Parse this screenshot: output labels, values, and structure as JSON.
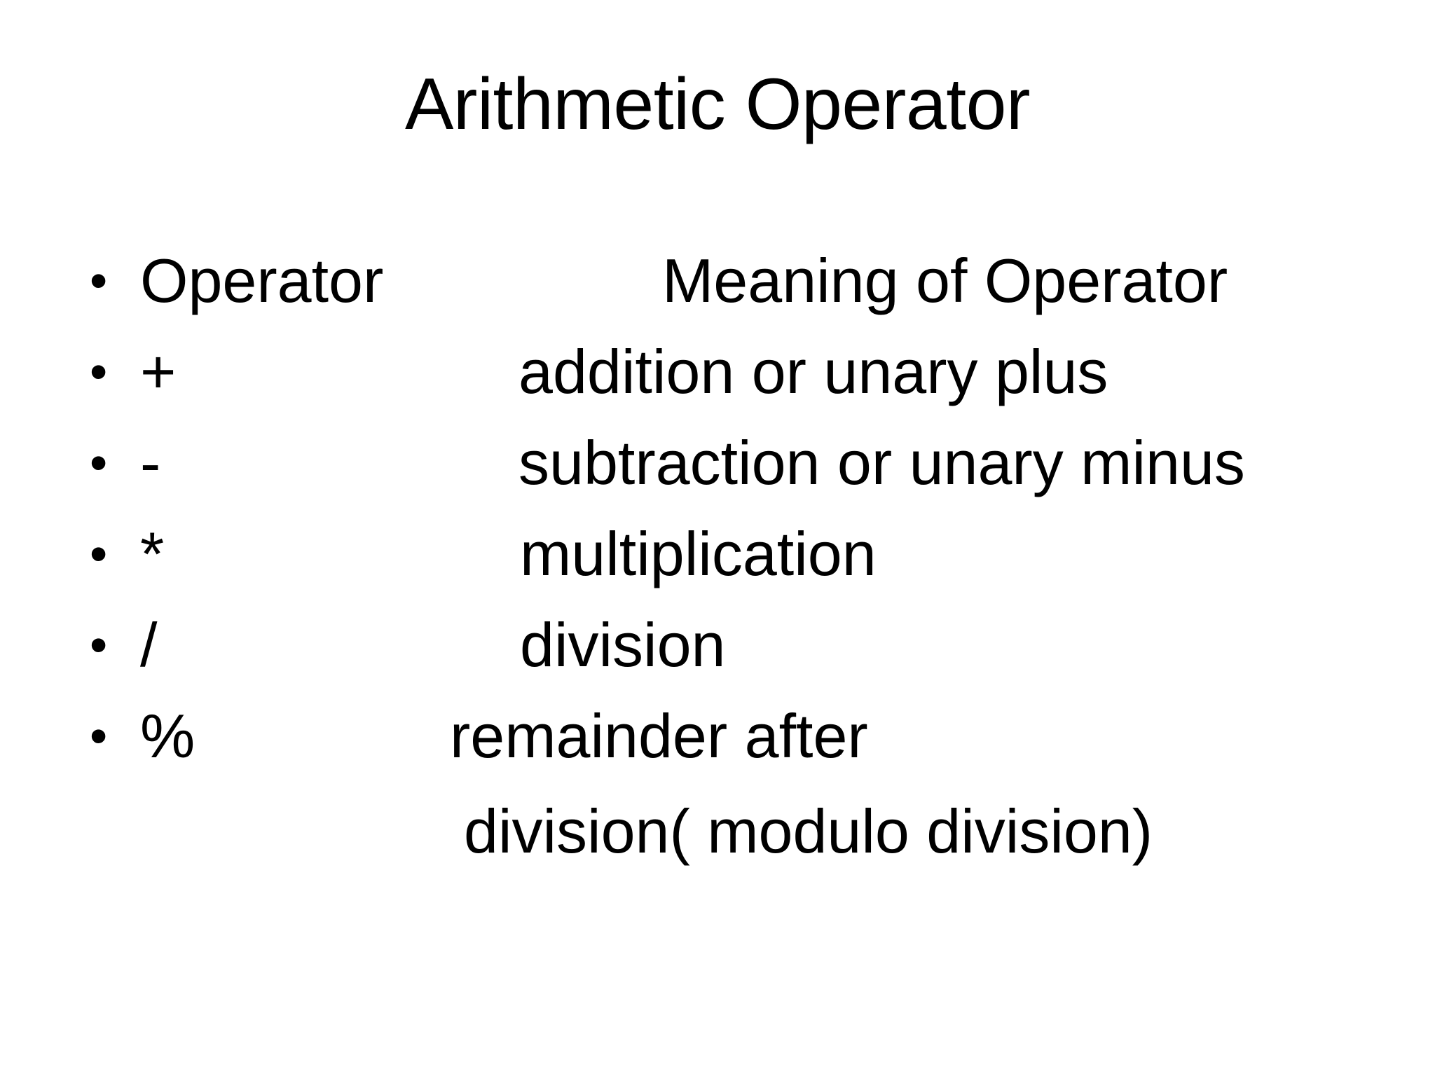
{
  "slide": {
    "title": "Arithmetic Operator",
    "background_color": "#ffffff",
    "text_color": "#000000",
    "bullet_glyph": "•"
  },
  "content": {
    "rows": [
      {
        "operator": "Operator",
        "meaning": "Meaning of Operator"
      },
      {
        "operator": "+",
        "meaning": "addition or unary plus"
      },
      {
        "operator": "-",
        "meaning": "subtraction or unary minus"
      },
      {
        "operator": "*",
        "meaning": "multiplication"
      },
      {
        "operator": "/",
        "meaning": "division"
      },
      {
        "operator": "%",
        "meaning": "remainder after"
      }
    ],
    "continuation": "division( modulo division)"
  }
}
